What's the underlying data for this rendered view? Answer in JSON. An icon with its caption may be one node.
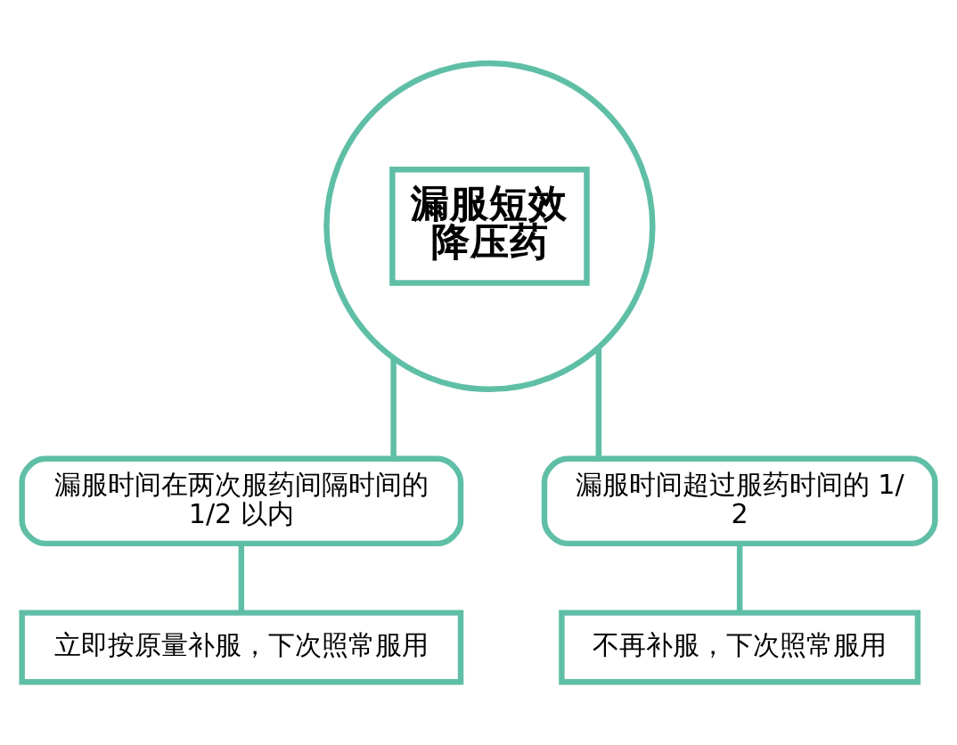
{
  "diagram": {
    "nodes": [
      {
        "text": [
          "漏服短效降压药"
        ]
      },
      {
        "text": [
          "漏服时间在两次服药间隔时间的 1/2 以内"
        ]
      },
      {
        "text": [
          "漏服时间超过服药时间的 1/2"
        ]
      },
      {
        "text": [
          "立即按原量补服，下次照常服用"
        ]
      },
      {
        "text": [
          "不再补服，下次照常服用"
        ]
      }
    ],
    "edges": [
      {
        "from": 0,
        "to": 1,
        "arrow": "none"
      },
      {
        "from": 0,
        "to": 2,
        "arrow": "none"
      },
      {
        "from": 1,
        "to": 3,
        "arrow": "none"
      },
      {
        "from": 2,
        "to": 4,
        "arrow": "none"
      }
    ]
  }
}
